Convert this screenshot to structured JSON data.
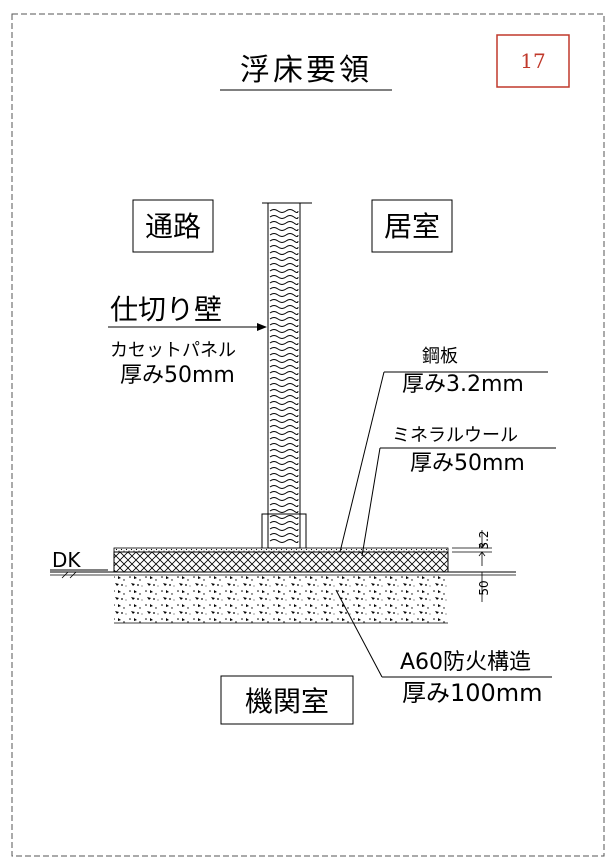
{
  "title": "浮床要領",
  "page_number": "17",
  "page_number_color": "#c0392b",
  "rooms": {
    "corridor": "通路",
    "living_room": "居室",
    "engine_room": "機関室"
  },
  "partition": {
    "label": "仕切り壁",
    "spec_line1": "カセットパネル",
    "spec_line2": "厚み50mm"
  },
  "steel_plate": {
    "label": "鋼板",
    "spec": "厚み3.2mm"
  },
  "mineral_wool": {
    "label": "ミネラルウール",
    "spec": "厚み50mm"
  },
  "fire_structure": {
    "label": "A60防火構造",
    "spec": "厚み100mm"
  },
  "deck_label": "DK",
  "dimensions": {
    "plate": "3.2",
    "wool": "50"
  }
}
